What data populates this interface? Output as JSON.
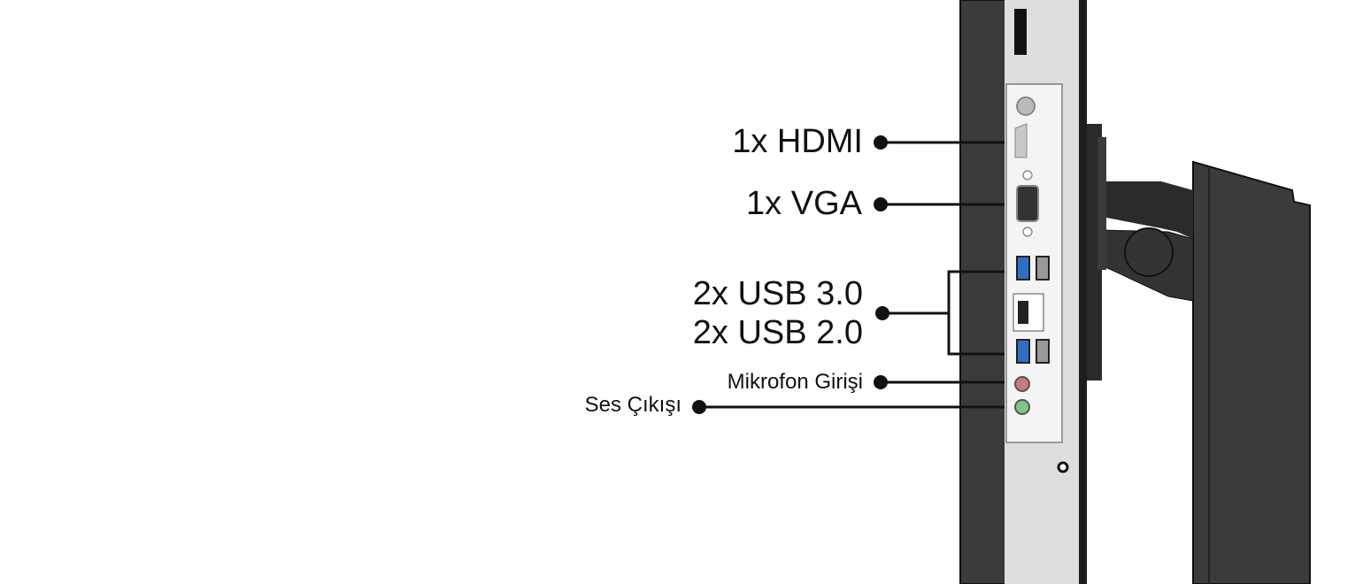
{
  "labels": {
    "hdmi": "1x HDMI",
    "vga": "1x VGA",
    "usb3": "2x USB 3.0",
    "usb2": "2x USB 2.0",
    "mic": "Mikrofon Girişi",
    "audio_out": "Ses Çıkışı"
  },
  "colors": {
    "bezel": "#3a3a3a",
    "panel": "#dcdcdc",
    "usb3_blue": "#2f6fc4",
    "mic_pink": "#c97a7a",
    "audio_green": "#7cc48a"
  }
}
